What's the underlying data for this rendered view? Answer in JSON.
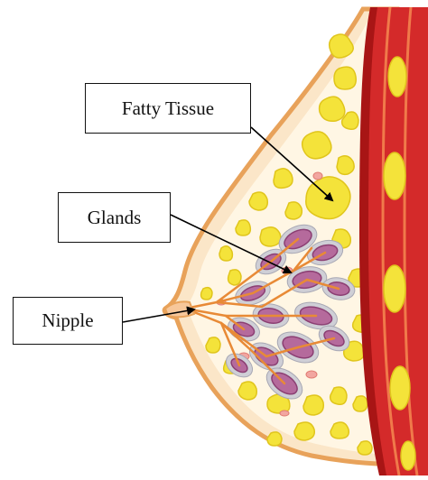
{
  "labels": {
    "fatty_tissue": "Fatty Tissue",
    "glands": "Glands",
    "nipple": "Nipple"
  },
  "colors": {
    "skin_outline": "#e8a25a",
    "skin_fill": "#fbe6c8",
    "fat": "#f4e33a",
    "fat_outline": "#e0c51c",
    "muscle": "#d42a2a",
    "muscle_dark": "#a81515",
    "muscle_light": "#f07a4a",
    "gland_fill": "#b56a9c",
    "gland_outline": "#8b3f73",
    "lobule_gray": "#cfcfd6",
    "duct": "#e88a36",
    "pink": "#f2a6a0"
  }
}
